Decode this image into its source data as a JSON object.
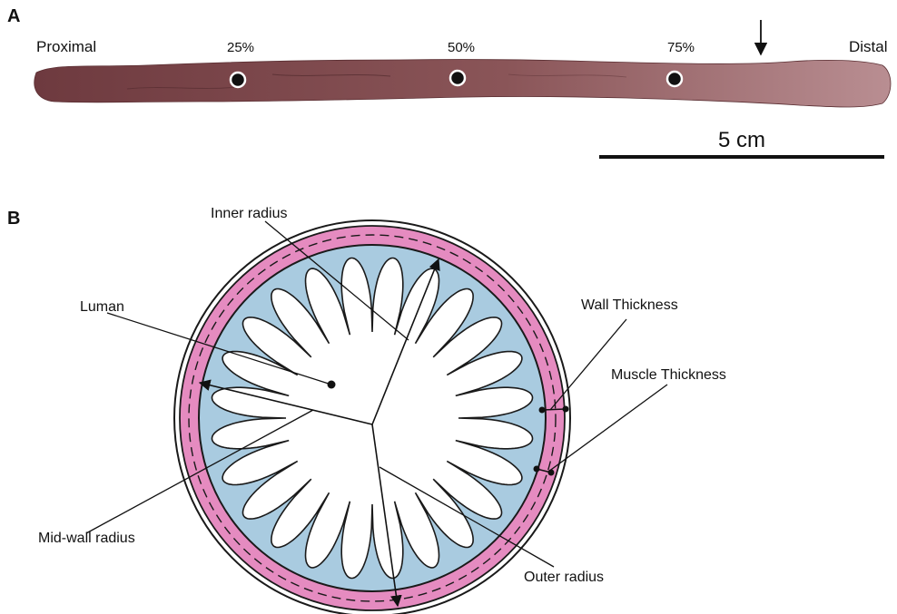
{
  "panel_a": {
    "letter": "A",
    "proximal_label": "Proximal",
    "distal_label": "Distal",
    "markers": [
      "25%",
      "50%",
      "75%"
    ],
    "scale_bar_label": "5 cm",
    "colors": {
      "tissue_dark": "#6e3a3f",
      "tissue_mid": "#8a5558",
      "tissue_light": "#b98e92"
    }
  },
  "panel_b": {
    "letter": "B",
    "labels": {
      "inner_radius": "Inner radius",
      "luman": "Luman",
      "wall_thickness": "Wall Thickness",
      "muscle_thickness": "Muscle Thickness",
      "mid_wall_radius": "Mid-wall radius",
      "outer_radius": "Outer radius"
    },
    "fold_count": 24,
    "colors": {
      "muscle_layer": "#e58bc0",
      "mucosa": "#a9cbe0",
      "lumen": "#ffffff",
      "outline": "#1a1a1a"
    }
  }
}
